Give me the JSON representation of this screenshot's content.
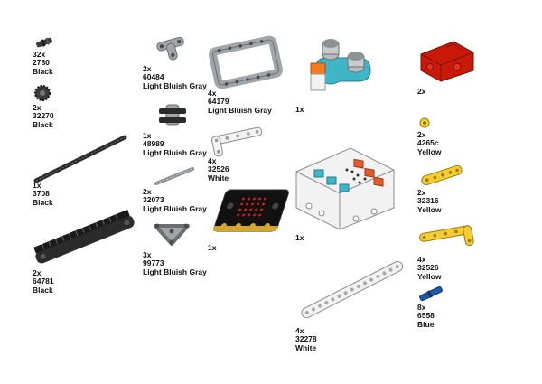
{
  "parts": [
    {
      "qty": "32x",
      "part": "2780",
      "color": "Black"
    },
    {
      "qty": "2x",
      "part": "32270",
      "color": "Black"
    },
    {
      "qty": "1x",
      "part": "3708",
      "color": "Black"
    },
    {
      "qty": "2x",
      "part": "64781",
      "color": "Black"
    },
    {
      "qty": "2x",
      "part": "60484",
      "color": "Light Bluish Gray"
    },
    {
      "qty": "1x",
      "part": "48989",
      "color": "Light Bluish Gray"
    },
    {
      "qty": "2x",
      "part": "32073",
      "color": "Light Bluish Gray"
    },
    {
      "qty": "3x",
      "part": "99773",
      "color": "Light Bluish Gray"
    },
    {
      "qty": "4x",
      "part": "64179",
      "color": "Light Bluish Gray"
    },
    {
      "qty": "4x",
      "part": "32526",
      "color": "White"
    },
    {
      "qty": "1x",
      "part": "",
      "color": ""
    },
    {
      "qty": "1x",
      "part": "",
      "color": ""
    },
    {
      "qty": "1x",
      "part": "",
      "color": ""
    },
    {
      "qty": "4x",
      "part": "32278",
      "color": "White"
    },
    {
      "qty": "2x",
      "part": "",
      "color": ""
    },
    {
      "qty": "2x",
      "part": "4265c",
      "color": "Yellow"
    },
    {
      "qty": "2x",
      "part": "32316",
      "color": "Yellow"
    },
    {
      "qty": "4x",
      "part": "32526",
      "color": "Yellow"
    },
    {
      "qty": "8x",
      "part": "6558",
      "color": "Blue"
    }
  ],
  "colors": {
    "black": "#2b2b2b",
    "gray": "#a0a5a9",
    "white": "#f2f2f2",
    "yellow": "#f5cd2f",
    "blue": "#1e5aa8",
    "red": "#c91a09",
    "orange": "#f57c20",
    "teal": "#3fb6c8"
  }
}
